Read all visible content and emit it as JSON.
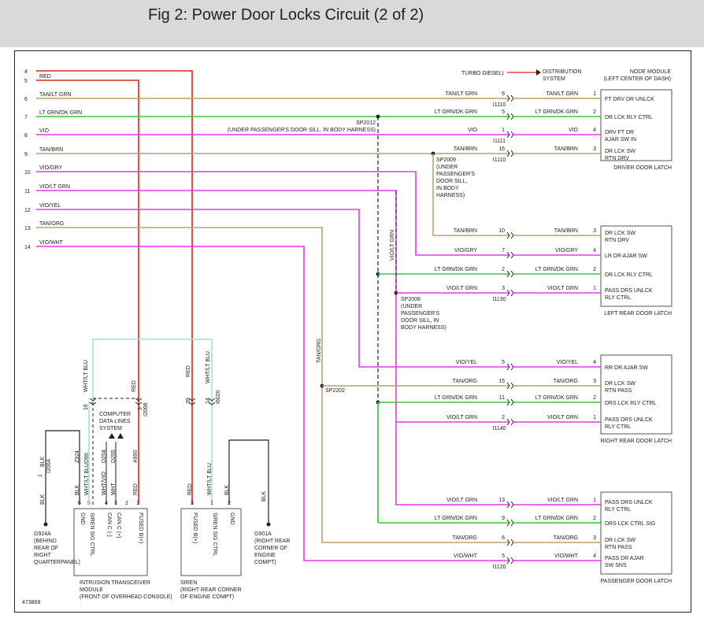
{
  "header": {
    "title": "Fig 2: Power Door Locks Circuit (2 of 2)"
  },
  "colors": {
    "red": "#e1251b",
    "tan": "#bba46a",
    "green": "#44c43b",
    "violet": "#e23ae6",
    "blue": "#a8dde6",
    "black": "#222222",
    "header_bg": "#d9d9d9"
  },
  "top_note": {
    "turbo": "TURBO DIESEL)",
    "distribution": [
      "DISTRIBUTION",
      "SYSTEM"
    ],
    "node": [
      "NODE MODULE",
      "(LEFT CENTER OF DASH)"
    ]
  },
  "left_wires": [
    {
      "pin": "4",
      "label": ""
    },
    {
      "pin": "5",
      "label": "RED"
    },
    {
      "pin": "6",
      "label": "TAN/LT GRN"
    },
    {
      "pin": "7",
      "label": "LT GRN/DK GRN"
    },
    {
      "pin": "8",
      "label": "VIO"
    },
    {
      "pin": "9",
      "label": "TAN/BRN"
    },
    {
      "pin": "10",
      "label": "VIO/GRY"
    },
    {
      "pin": "11",
      "label": "VIO/LT GRN"
    },
    {
      "pin": "12",
      "label": "VIO/YEL"
    },
    {
      "pin": "13",
      "label": "TAN/ORG"
    },
    {
      "pin": "14",
      "label": "VIO/WHT"
    }
  ],
  "splices": {
    "sp2012": [
      "SP2012",
      "(UNDER PASSENGER'S DOOR SILL, IN BODY HARNESS)"
    ],
    "sp2009": [
      "SP2009",
      "(UNDER",
      "PASSENGER'S",
      "DOOR SILL,",
      "IN BODY",
      "HARNESS)"
    ],
    "sp2008": [
      "SP2008",
      "(UNDER",
      "PASSENGER'S",
      "DOOR SILL, IN",
      "BODY HARNESS)"
    ],
    "sp2202": "SP2202",
    "vio_lt_grn_vertical": "VIO/LT GRN",
    "tan_org_vertical": "TAN/ORG"
  },
  "driver_latch": {
    "title": "DRIVER DOOR LATCH",
    "rows": [
      {
        "wire": "TAN/LT GRN",
        "conn": "6",
        "wire2": "TAN/LT GRN",
        "pin": "1",
        "func": "FT DRV DR UNLCK"
      },
      {
        "wire": "LT GRN/DK GRN",
        "conn": "5",
        "wire2": "LT GRN/DK GRN",
        "pin": "2",
        "func": "DR LCK RLY CTRL"
      },
      {
        "wire": "VIO",
        "conn": "1",
        "wire2": "VIO",
        "pin": "4",
        "func": "DRV FT DR AJAR SW IN"
      },
      {
        "wire": "TAN/BRN",
        "conn": "16",
        "wire2": "TAN/BRN",
        "pin": "3",
        "func": "DR LCK SW RTN DRV"
      }
    ],
    "conn_ids": [
      "I1110",
      "I1111",
      "I1110"
    ]
  },
  "left_rear_latch": {
    "title": "LEFT REAR DOOR LATCH",
    "rows": [
      {
        "wire": "TAN/BRN",
        "conn": "10",
        "wire2": "TAN/BRN",
        "pin": "3",
        "func": "DR LCK SW RTN DRV"
      },
      {
        "wire": "VIO/GRY",
        "conn": "7",
        "wire2": "VIO/GRY",
        "pin": "4",
        "func": "LR DR AJAR SW"
      },
      {
        "wire": "LT GRN/DK GRN",
        "conn": "2",
        "wire2": "LT GRN/DK GRN",
        "pin": "2",
        "func": "DR LCK RLY CTRL"
      },
      {
        "wire": "VIO/LT GRN",
        "conn": "3",
        "wire2": "VIO/LT GRN",
        "pin": "1",
        "func": "PASS DRS UNLCK RLY CTRL"
      }
    ],
    "conn_id": "I1130"
  },
  "right_rear_latch": {
    "title": "RIGHT REAR DOOR LATCH",
    "rows": [
      {
        "wire": "VIO/YEL",
        "conn": "5",
        "wire2": "VIO/YEL",
        "pin": "4",
        "func": "RR DR AJAR SW"
      },
      {
        "wire": "TAN/ORG",
        "conn": "15",
        "wire2": "TAN/ORG",
        "pin": "3",
        "func": "DR LCK SW RTN PASS"
      },
      {
        "wire": "LT GRN/DK GRN",
        "conn": "11",
        "wire2": "LT GRN/DK GRN",
        "pin": "2",
        "func": "DRS LCK RLY CTRL"
      },
      {
        "wire": "VIO/LT GRN",
        "conn": "2",
        "wire2": "VIO/LT GRN",
        "pin": "1",
        "func": "PASS DRS UNLCK RLY CTRL"
      }
    ],
    "conn_id": "I1140"
  },
  "passenger_latch": {
    "title": "PASSENGER DOOR LATCH",
    "rows": [
      {
        "wire": "VIO/LT GRN",
        "conn": "13",
        "wire2": "VIO/LT GRN",
        "pin": "1",
        "func": "PASS DRS UNLCK RLY CTRL"
      },
      {
        "wire": "LT GRN/DK GRN",
        "conn": "9",
        "wire2": "LT GRN/DK GRN",
        "pin": "2",
        "func": "DRS LCK CTRL SIG"
      },
      {
        "wire": "TAN/ORG",
        "conn": "6",
        "wire2": "TAN/ORG",
        "pin": "3",
        "func": "DR LCK SW RTN PASS"
      },
      {
        "wire": "VIO/WHT",
        "conn": "5",
        "wire2": "VIO/WHT",
        "pin": "4",
        "func": "PASS DR AJAR SW SNS"
      }
    ],
    "conn_id": "I1120"
  },
  "intrusion": {
    "title": [
      "INTRUSION TRANSCEIVER",
      "MODULE",
      "(FRONT OF OVERHEAD CONSOLE)"
    ],
    "pins": [
      "6",
      "5",
      "4",
      "3",
      "2",
      "1"
    ],
    "funcs": [
      "GND",
      "SIREN SIG CTRL",
      "CAN C (-)",
      "CAN C (+)",
      "",
      "FUSED B(+)"
    ],
    "wires": [
      "BLK",
      "WHT/LT BLU",
      "WHT/VIO",
      "WHT",
      "",
      "RED"
    ],
    "circuits": [
      "Z924",
      "D96",
      "D254",
      "D255",
      "",
      "A990"
    ],
    "conn_pins": [
      "16",
      "9"
    ],
    "conn_ids": [
      "",
      "I2008"
    ],
    "computer": [
      "COMPUTER",
      "DATA LINES",
      "SYSTEM"
    ],
    "wht_lt_blu": "WHT/LT BLU",
    "red": "RED"
  },
  "siren": {
    "title": [
      "SIREN",
      "(RIGHT REAR CORNER",
      "OF ENGINE COMPT)"
    ],
    "pins": [
      "3",
      "1",
      "2"
    ],
    "funcs": [
      "FUSED B(+)",
      "SIREN SIG CTRL",
      "GND"
    ],
    "wires": [
      "RED",
      "WHT/LT BLU",
      "BLK"
    ],
    "conn_pins": [
      "39",
      "14"
    ],
    "conn_id": "I6020",
    "upper_wires": [
      "RED",
      "WHT/LT BLU"
    ]
  },
  "grounds": {
    "g924a": [
      "G924A",
      "(BEHIND",
      "REAR OF",
      "RIGHT",
      "QUARTERPANEL)"
    ],
    "g924a_wire": "BLK",
    "g924a_conn": "I200A",
    "g924a_pin": "1",
    "g901a": [
      "G901A",
      "(RIGHT REAR",
      "CORNER OF",
      "ENGINE",
      "COMPT)"
    ],
    "g901a_wire": "BLK"
  },
  "figure_id": "473869"
}
